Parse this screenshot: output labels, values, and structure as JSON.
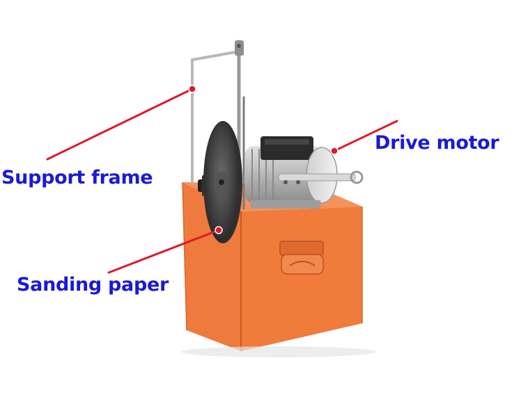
{
  "labels": {
    "support_frame": "Support frame",
    "sanding_paper": "Sanding paper",
    "drive_motor": "Drive motor"
  },
  "colors": {
    "label_text": "#1a1ad6",
    "leader_line": "#e0182d",
    "box_orange": "#f07a3a",
    "disc_dark": "#3a3a3a",
    "motor_silver": "#c8c8c8"
  }
}
